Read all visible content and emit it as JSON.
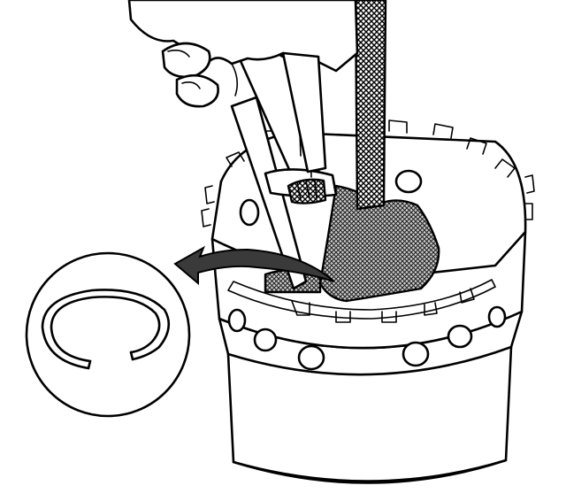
{
  "figure": {
    "description_icon": "snap-ring-removal-icon",
    "colors": {
      "line": "#000000",
      "background": "#ffffff",
      "shade": "#3a3a3a"
    },
    "parts": [
      "hand",
      "snap-ring-pliers",
      "shop-rag",
      "clutch-housing",
      "snap-ring",
      "direction-arrow",
      "snap-ring-detail-inset"
    ]
  }
}
